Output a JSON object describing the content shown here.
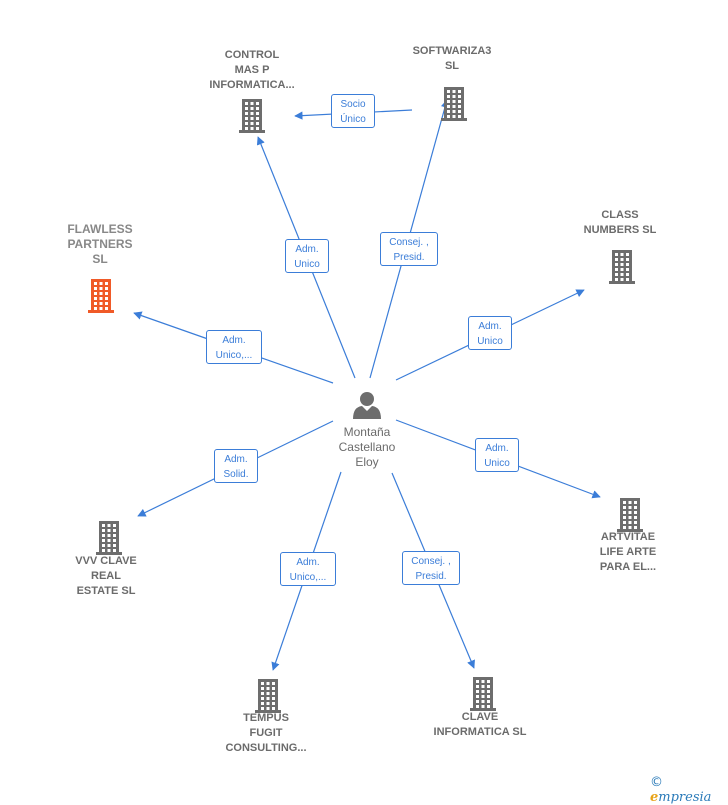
{
  "colors": {
    "edge": "#3b7dd8",
    "building": "#6d6d6d",
    "highlight_building": "#f05a28",
    "label": "#6b6b6b"
  },
  "center": {
    "label": "Montaña\nCastellano\nEloy",
    "icon": "person-icon"
  },
  "nodes": [
    {
      "id": "control",
      "label": "CONTROL\nMAS P\nINFORMATICA...",
      "icon": "building-icon",
      "highlight": false
    },
    {
      "id": "softwariza3",
      "label": "SOFTWARIZA3\nSL",
      "icon": "building-icon",
      "highlight": false
    },
    {
      "id": "flawless",
      "label": "FLAWLESS\nPARTNERS\nSL",
      "icon": "building-icon",
      "highlight": true
    },
    {
      "id": "class",
      "label": "CLASS\nNUMBERS  SL",
      "icon": "building-icon",
      "highlight": false
    },
    {
      "id": "vvv",
      "label": "VVV CLAVE\nREAL\nESTATE  SL",
      "icon": "building-icon",
      "highlight": false
    },
    {
      "id": "artvitae",
      "label": "ARTVITAE\nLIFE ARTE\nPARA EL...",
      "icon": "building-icon",
      "highlight": false
    },
    {
      "id": "tempus",
      "label": "TEMPUS\nFUGIT\nCONSULTING...",
      "icon": "building-icon",
      "highlight": false
    },
    {
      "id": "clave",
      "label": "CLAVE\nINFORMATICA SL",
      "icon": "building-icon",
      "highlight": false
    }
  ],
  "edges": [
    {
      "to": "control",
      "label": "Adm.\nUnico"
    },
    {
      "to": "softwariza3",
      "label": "Consej. ,\nPresid."
    },
    {
      "to": "flawless",
      "label": "Adm.\nUnico,..."
    },
    {
      "to": "class",
      "label": "Adm.\nUnico"
    },
    {
      "to": "vvv",
      "label": "Adm.\nSolid."
    },
    {
      "to": "artvitae",
      "label": "Adm.\nUnico"
    },
    {
      "to": "tempus",
      "label": "Adm.\nUnico,..."
    },
    {
      "to": "clave",
      "label": "Consej. ,\nPresid."
    }
  ],
  "secondary_edges": [
    {
      "from": "softwariza3",
      "to": "control",
      "label": "Socio\nÚnico"
    }
  ],
  "brand": {
    "copyright": "©",
    "name": "mpresia",
    "initial": "e"
  }
}
